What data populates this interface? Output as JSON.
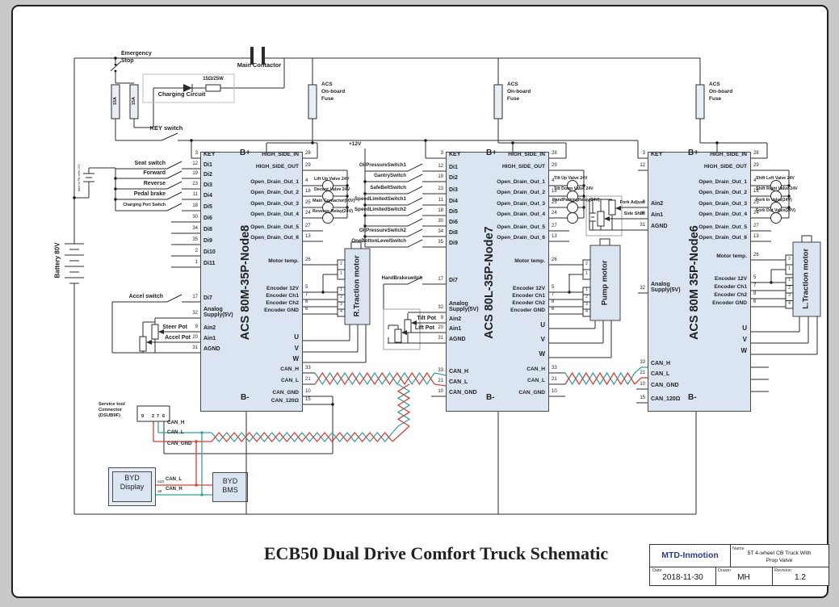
{
  "page": {
    "title": "ECB50 Dual Drive Comfort Truck Schematic"
  },
  "colors": {
    "can_h": "#2fa49c",
    "can_l": "#e13b31",
    "brand_blue": "#2b3a94",
    "block_fill": "#dbe5f1"
  },
  "power": {
    "emergency_stop_lines": [
      "Emergency",
      "Stop"
    ],
    "fuse_15a_1": "15A",
    "fuse_15a_2": "15A",
    "charging_circuit_label": "Charging Circuit",
    "precharge_resistor": "15Ω/25W",
    "main_contactor_label": "Main Contactor",
    "key_switch_label": "KEY switch",
    "plus_12v": "+12V",
    "acs_fuse_lines": [
      "ACS",
      "On-board",
      "Fuse"
    ],
    "battery_label": "Battery 80V",
    "battery_tap_label": "take of Pb cells 12V"
  },
  "controllers": [
    {
      "model": "ACS 80M-35P-Node8",
      "b_plus": "B+",
      "b_minus": "B-",
      "left_pins": [
        {
          "pin": "3",
          "name": "KEY",
          "ext": ""
        },
        {
          "pin": "12",
          "name": "Di1",
          "ext": "Seat switch"
        },
        {
          "pin": "19",
          "name": "Di2",
          "ext": "Forward"
        },
        {
          "pin": "23",
          "name": "Di3",
          "ext": "Reverse"
        },
        {
          "pin": "11",
          "name": "Di4",
          "ext": "Pedal brake"
        },
        {
          "pin": "18",
          "name": "Di5",
          "ext": "Charging Port Switch"
        },
        {
          "pin": "30",
          "name": "Di6",
          "ext": ""
        },
        {
          "pin": "34",
          "name": "Di8",
          "ext": ""
        },
        {
          "pin": "35",
          "name": "Di9",
          "ext": ""
        },
        {
          "pin": "2",
          "name": "Di10",
          "ext": ""
        },
        {
          "pin": "1",
          "name": "Di11",
          "ext": ""
        },
        {
          "pin": "17",
          "name": "Di7",
          "ext": "Accel switch"
        },
        {
          "pin": "32",
          "name": "Analog Supply(5V)",
          "ext": ""
        },
        {
          "pin": "9",
          "name": "Ain2",
          "ext": "Steer Pot"
        },
        {
          "pin": "20",
          "name": "Ain1",
          "ext": "Accel Pot"
        },
        {
          "pin": "31",
          "name": "AGND",
          "ext": ""
        }
      ],
      "right_pins": [
        {
          "pin": "28",
          "name": "HIGH_SIDE_IN",
          "ext": ""
        },
        {
          "pin": "29",
          "name": "HIGH_SIDE_OUT",
          "ext": ""
        },
        {
          "pin": "4",
          "name": "Open_Drain_Out_1",
          "ext": "Lift Up Valve 24V"
        },
        {
          "pin": "18",
          "name": "Open_Drain_Out_2",
          "ext": "Decent Valve 24V"
        },
        {
          "pin": "25",
          "name": "Open_Drain_Out_3",
          "ext": "Main Contactor(80V)"
        },
        {
          "pin": "24",
          "name": "Open_Drain_Out_4",
          "ext": "Reverse Relay(24V)"
        },
        {
          "pin": "27",
          "name": "Open_Drain_Out_5",
          "ext": ""
        },
        {
          "pin": "13",
          "name": "Open_Drain_Out_6",
          "ext": ""
        },
        {
          "pin": "26",
          "name": "Motor temp.",
          "ext": ""
        },
        {
          "pin": "5",
          "name": "Encoder 12V",
          "ext": ""
        },
        {
          "pin": "7",
          "name": "Encoder Ch1",
          "ext": ""
        },
        {
          "pin": "8",
          "name": "Encoder Ch2",
          "ext": ""
        },
        {
          "pin": "6",
          "name": "Encoder GND",
          "ext": ""
        },
        {
          "pin": "",
          "name": "U",
          "ext": ""
        },
        {
          "pin": "",
          "name": "V",
          "ext": ""
        },
        {
          "pin": "",
          "name": "W",
          "ext": ""
        },
        {
          "pin": "33",
          "name": "CAN_H",
          "ext": ""
        },
        {
          "pin": "21",
          "name": "CAN_L",
          "ext": ""
        },
        {
          "pin": "10",
          "name": "CAN_GND",
          "ext": ""
        },
        {
          "pin": "15",
          "name": "CAN_120Ω",
          "ext": ""
        }
      ],
      "motor": {
        "label": "R.Traction motor",
        "top_pins": [
          "2",
          "1"
        ],
        "bottom_pins": [
          "1",
          "2",
          "3",
          "4"
        ]
      }
    },
    {
      "model": "ACS 80L-35P-Node7",
      "b_plus": "B+",
      "b_minus": "B-",
      "left_pins": [
        {
          "pin": "3",
          "name": "KEY",
          "ext": ""
        },
        {
          "pin": "12",
          "name": "Di1",
          "ext": "OilPressureSwitch1"
        },
        {
          "pin": "19",
          "name": "Di2",
          "ext": "GantrySwitch"
        },
        {
          "pin": "23",
          "name": "Di3",
          "ext": "SafeBeltSwitch"
        },
        {
          "pin": "11",
          "name": "Di4",
          "ext": "SpeedLimitedSwitch1"
        },
        {
          "pin": "18",
          "name": "Di5",
          "ext": "SpeedLimitedSwitch2"
        },
        {
          "pin": "30",
          "name": "Di6",
          "ext": ""
        },
        {
          "pin": "34",
          "name": "Di8",
          "ext": "OilPressureSwitch2"
        },
        {
          "pin": "35",
          "name": "Di9",
          "ext": "OneBottonLevelSwitch"
        },
        {
          "pin": "17",
          "name": "Di7",
          "ext": "HandBrakeswitch"
        },
        {
          "pin": "32",
          "name": "Analog Supply(5V)",
          "ext": ""
        },
        {
          "pin": "9",
          "name": "Ain2",
          "ext": "Tilt Pot"
        },
        {
          "pin": "20",
          "name": "Ain1",
          "ext": "Lift Pot"
        },
        {
          "pin": "31",
          "name": "AGND",
          "ext": ""
        },
        {
          "pin": "33",
          "name": "CAN_H",
          "ext": ""
        },
        {
          "pin": "21",
          "name": "CAN_L",
          "ext": ""
        },
        {
          "pin": "10",
          "name": "CAN_GND",
          "ext": ""
        }
      ],
      "right_pins": [
        {
          "pin": "28",
          "name": "HIGH_SIDE_IN",
          "ext": ""
        },
        {
          "pin": "29",
          "name": "HIGH_SIDE_OUT",
          "ext": ""
        },
        {
          "pin": "4",
          "name": "Open_Drain_Out_1",
          "ext": "Tilt Up Valve 24V"
        },
        {
          "pin": "18",
          "name": "Open_Drain_Out_2",
          "ext": "Tilt Down Valve 24V"
        },
        {
          "pin": "25",
          "name": "Open_Drain_Out_3",
          "ext": "HandParkingRelay(24V)"
        },
        {
          "pin": "24",
          "name": "Open_Drain_Out_4",
          "ext": ""
        },
        {
          "pin": "27",
          "name": "Open_Drain_Out_5",
          "ext": ""
        },
        {
          "pin": "13",
          "name": "Open_Drain_Out_6",
          "ext": ""
        },
        {
          "pin": "26",
          "name": "Motor temp.",
          "ext": ""
        },
        {
          "pin": "5",
          "name": "Encoder 12V",
          "ext": ""
        },
        {
          "pin": "7",
          "name": "Encoder Ch1",
          "ext": ""
        },
        {
          "pin": "8",
          "name": "Encoder Ch2",
          "ext": ""
        },
        {
          "pin": "6",
          "name": "Encoder GND",
          "ext": ""
        },
        {
          "pin": "",
          "name": "U",
          "ext": ""
        },
        {
          "pin": "",
          "name": "V",
          "ext": ""
        },
        {
          "pin": "",
          "name": "W",
          "ext": ""
        },
        {
          "pin": "33",
          "name": "CAN_H",
          "ext": ""
        },
        {
          "pin": "21",
          "name": "CAN_L",
          "ext": ""
        },
        {
          "pin": "10",
          "name": "CAN_GND",
          "ext": ""
        }
      ],
      "motor": {
        "label": "Pump motor",
        "top_pins": [
          "2",
          "1"
        ],
        "bottom_pins": [
          "1",
          "2",
          "3",
          "4"
        ]
      }
    },
    {
      "model": "ACS 80M 35P-Node6",
      "b_plus": "B+",
      "b_minus": "B-",
      "left_pins": [
        {
          "pin": "3",
          "name": "KEY",
          "ext": ""
        },
        {
          "pin": "12",
          "name": "",
          "ext": ""
        },
        {
          "pin": "9",
          "name": "Ain2",
          "ext": "Fork Adjust"
        },
        {
          "pin": "20",
          "name": "Ain1",
          "ext": "Side Shift"
        },
        {
          "pin": "31",
          "name": "AGND",
          "ext": ""
        },
        {
          "pin": "32",
          "name": "Analog Supply(5V)",
          "ext": ""
        },
        {
          "pin": "33",
          "name": "CAN_H",
          "ext": ""
        },
        {
          "pin": "21",
          "name": "CAN_L",
          "ext": ""
        },
        {
          "pin": "10",
          "name": "CAN_GND",
          "ext": ""
        },
        {
          "pin": "15",
          "name": "CAN_120Ω",
          "ext": ""
        }
      ],
      "right_pins": [
        {
          "pin": "28",
          "name": "HIGH_SIDE_IN",
          "ext": ""
        },
        {
          "pin": "29",
          "name": "HIGH_SIDE_OUT",
          "ext": ""
        },
        {
          "pin": "4",
          "name": "Open_Drain_Out_1",
          "ext": "Shift Left Valve 24V"
        },
        {
          "pin": "18",
          "name": "Open_Drain_Out_2",
          "ext": "Shift Right Valve 24V"
        },
        {
          "pin": "25",
          "name": "Open_Drain_Out_3",
          "ext": "Fork In Valve(24V)"
        },
        {
          "pin": "24",
          "name": "Open_Drain_Out_4",
          "ext": "Fork Out Valve(24V)"
        },
        {
          "pin": "27",
          "name": "Open_Drain_Out_5",
          "ext": ""
        },
        {
          "pin": "13",
          "name": "Open_Drain_Out_6",
          "ext": ""
        },
        {
          "pin": "26",
          "name": "Motor temp.",
          "ext": ""
        },
        {
          "pin": "5",
          "name": "Encoder 12V",
          "ext": ""
        },
        {
          "pin": "7",
          "name": "Encoder Ch1",
          "ext": ""
        },
        {
          "pin": "8",
          "name": "Encoder Ch2",
          "ext": ""
        },
        {
          "pin": "6",
          "name": "Encoder GND",
          "ext": ""
        },
        {
          "pin": "",
          "name": "U",
          "ext": ""
        },
        {
          "pin": "",
          "name": "V",
          "ext": ""
        },
        {
          "pin": "",
          "name": "W",
          "ext": ""
        }
      ],
      "motor": {
        "label": "L.Traction motor",
        "top_pins": [
          "2",
          "1"
        ],
        "bottom_pins": [
          "1",
          "2",
          "3",
          "4"
        ]
      }
    }
  ],
  "can_labels": {
    "h": "CAN_H",
    "l": "CAN_L",
    "gnd": "CAN_GND"
  },
  "service_connector": {
    "label_lines": [
      "Service tool",
      "Connector",
      "(DSUB9F)"
    ],
    "pins": [
      "9",
      "2",
      "7",
      "6"
    ]
  },
  "byd": {
    "display_lines": [
      "BYD",
      "Display"
    ],
    "display_pins": [
      "a10",
      "a9"
    ],
    "bms_lines": [
      "BYD",
      "BMS"
    ],
    "wire_labels": [
      "CAN_L",
      "CAN_H"
    ]
  },
  "title_block": {
    "company": "MTD-Inmotion",
    "name_label": "Name",
    "name_value_lines": [
      "5T 4-wheel CB Truck With",
      "Prop Valve"
    ],
    "date_label": "Date",
    "date_value": "2018-11-30",
    "drawn_label": "Drawn",
    "drawn_value": "MH",
    "revision_label": "Revision",
    "revision_value": "1.2"
  }
}
